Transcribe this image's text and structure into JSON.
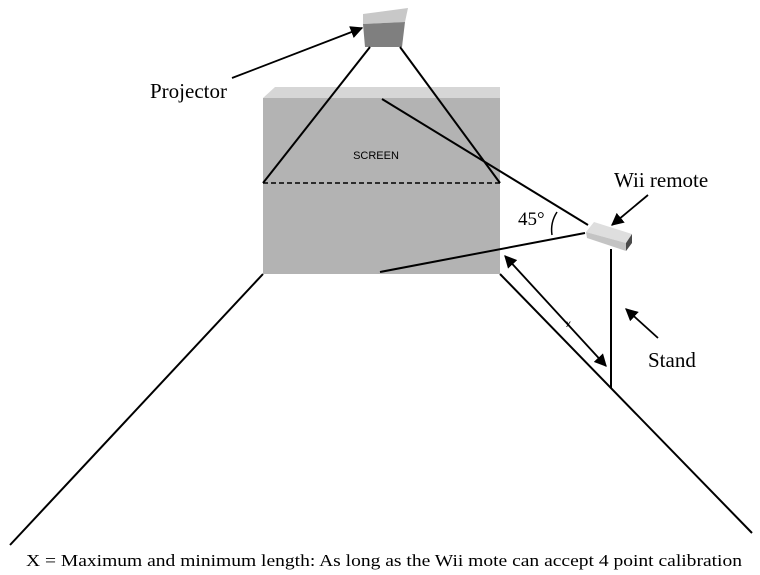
{
  "labels": {
    "projector": "Projector",
    "screen": "SCREEN",
    "wii_remote": "Wii remote",
    "angle": "45°",
    "x_marker": "x",
    "stand": "Stand"
  },
  "caption": "X = Maximum and minimum length: As long as the Wii mote can accept 4 point calibration",
  "colors": {
    "screen_front": "#b3b3b3",
    "screen_top": "#d6d6d6",
    "projector_top": "#c8c8c8",
    "projector_front": "#7f7f7f",
    "lines": "#000000"
  }
}
